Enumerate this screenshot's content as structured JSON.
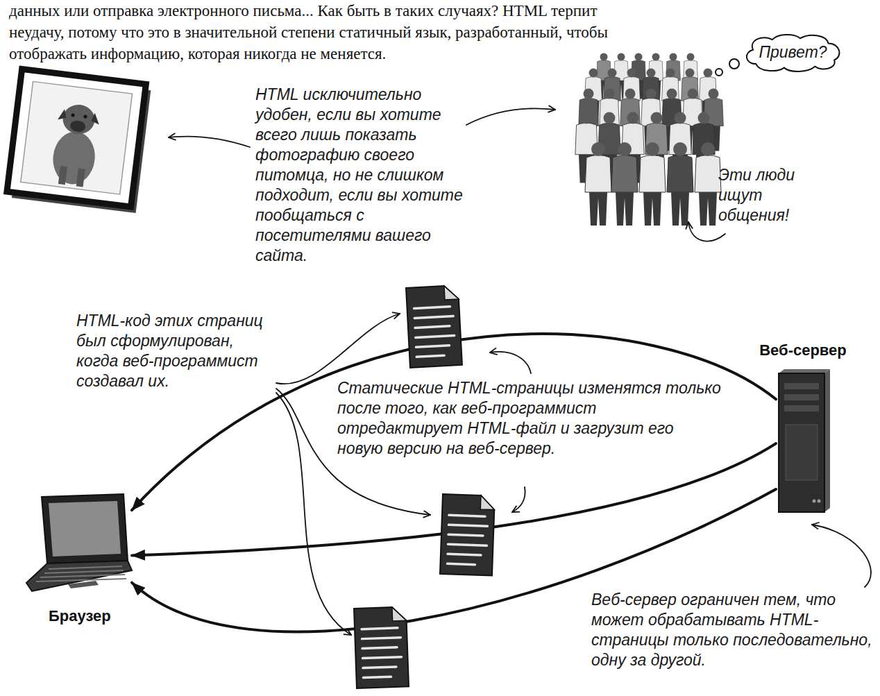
{
  "diagram": {
    "nodes": [
      {
        "text": [
          "Привет?"
        ]
      },
      {
        "text": [
          "Веб-сервер"
        ]
      },
      {
        "text": [
          "Браузер"
        ]
      }
    ],
    "edges": [
      {
        "from": 1,
        "to": 2,
        "arrow": "to"
      },
      {
        "from": 1,
        "to": 2,
        "arrow": "to"
      },
      {
        "from": 1,
        "to": 2,
        "arrow": "to"
      }
    ],
    "labels": [
      "данных или отправка электронного письма... Как быть в таких случаях? HTML терпит неудачу, потому что это в значительной степени статичный язык, разработанный, чтобы отображать информацию, которая никогда не меняется.",
      "HTML исключительно удобен, если вы хотите всего лишь показать фотографию своего питомца, но не слишком подходит, если вы хотите пообщаться с посетителями вашего сайта.",
      "Эти люди ищут общения!",
      "HTML-код этих страниц был сформулирован, когда веб-программист создавал их.",
      "Статические HTML-страницы изменятся только после того, как веб-программист отредактирует HTML-файл и загрузит его новую версию на веб-сервер.",
      "Веб-сервер ограничен тем, что может обрабатывать HTML-страницы только последовательно, одну за другой."
    ]
  }
}
